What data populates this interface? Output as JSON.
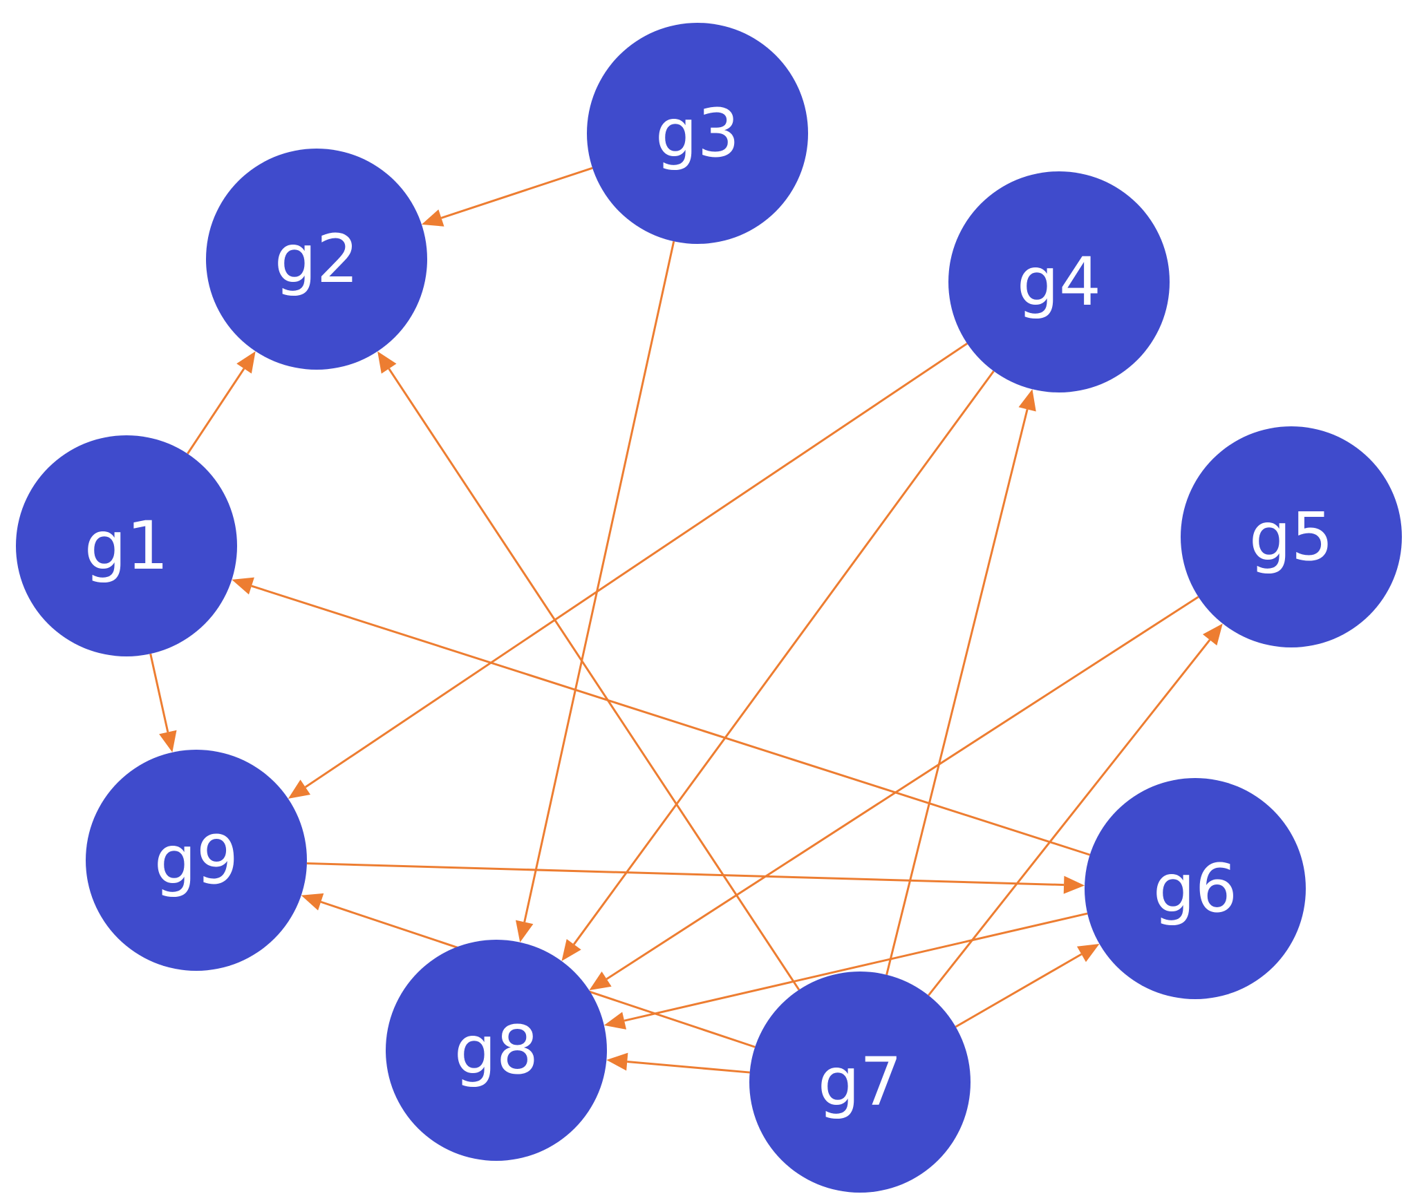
{
  "diagram": {
    "type": "directed-graph",
    "node_color": "#3f4bcc",
    "edge_color": "#ed7d31",
    "label_color": "#ffffff",
    "nodes": [
      {
        "id": "g1",
        "label": "g1"
      },
      {
        "id": "g2",
        "label": "g2"
      },
      {
        "id": "g3",
        "label": "g3"
      },
      {
        "id": "g4",
        "label": "g4"
      },
      {
        "id": "g5",
        "label": "g5"
      },
      {
        "id": "g6",
        "label": "g6"
      },
      {
        "id": "g7",
        "label": "g7"
      },
      {
        "id": "g8",
        "label": "g8"
      },
      {
        "id": "g9",
        "label": "g9"
      }
    ],
    "edges": [
      {
        "from": "g3",
        "to": "g2"
      },
      {
        "from": "g1",
        "to": "g2"
      },
      {
        "from": "g7",
        "to": "g2"
      },
      {
        "from": "g3",
        "to": "g8"
      },
      {
        "from": "g1",
        "to": "g9"
      },
      {
        "from": "g6",
        "to": "g1"
      },
      {
        "from": "g4",
        "to": "g9"
      },
      {
        "from": "g4",
        "to": "g8"
      },
      {
        "from": "g7",
        "to": "g4"
      },
      {
        "from": "g7",
        "to": "g5"
      },
      {
        "from": "g5",
        "to": "g8"
      },
      {
        "from": "g9",
        "to": "g6"
      },
      {
        "from": "g7",
        "to": "g9"
      },
      {
        "from": "g6",
        "to": "g8"
      },
      {
        "from": "g7",
        "to": "g6"
      },
      {
        "from": "g7",
        "to": "g8"
      }
    ]
  }
}
